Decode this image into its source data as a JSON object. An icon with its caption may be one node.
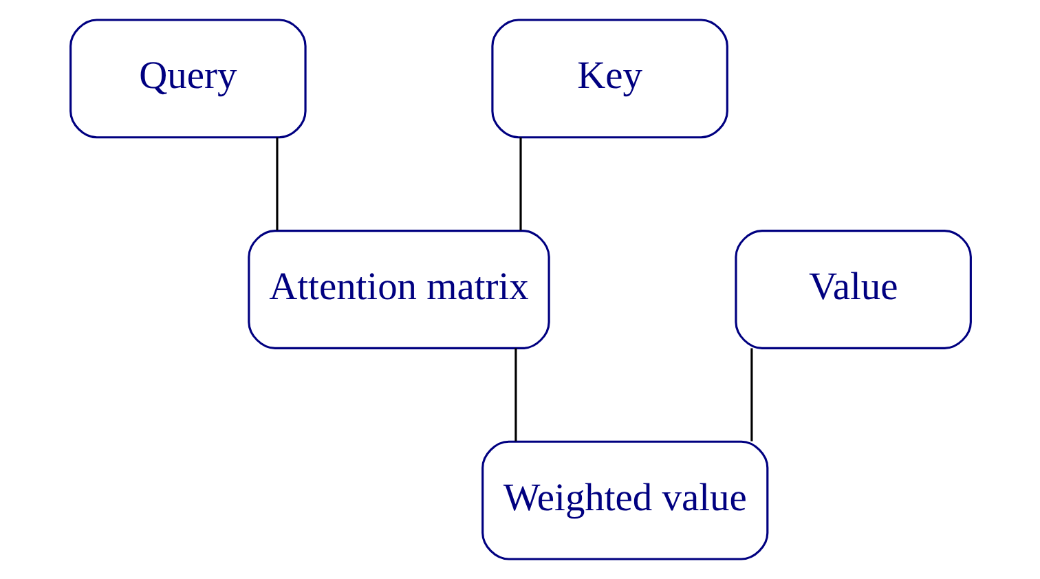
{
  "diagram": {
    "nodes": [
      {
        "text": [
          "Weighted value"
        ]
      },
      {
        "text": [
          "Attention matrix"
        ]
      },
      {
        "text": [
          "Value"
        ]
      },
      {
        "text": [
          "Query"
        ]
      },
      {
        "text": [
          "Key"
        ]
      }
    ],
    "edges": [
      {
        "from": 3,
        "to": 1,
        "arrow": "none"
      },
      {
        "from": 4,
        "to": 1,
        "arrow": "none"
      },
      {
        "from": 1,
        "to": 0,
        "arrow": "none"
      },
      {
        "from": 2,
        "to": 0,
        "arrow": "none"
      }
    ]
  }
}
